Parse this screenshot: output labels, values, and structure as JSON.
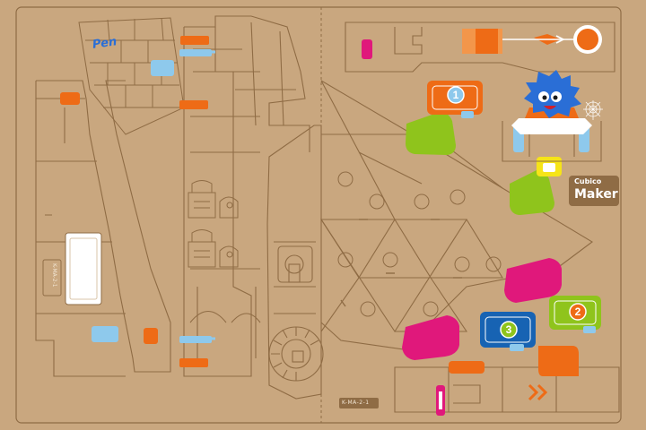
{
  "sheet": {
    "code_label": "K-MA-2-1",
    "side_code_label": "K-MA-2-1",
    "brand_small": "Cubico",
    "brand_large": "Maker",
    "pen_mark": "Pen",
    "colors": {
      "cardboard": "#c9a77f",
      "cut_line": "#8f6c45",
      "orange": "#ee6b16",
      "magenta": "#e0187b",
      "lime": "#8fc41c",
      "blue": "#1763b3",
      "light_blue": "#8ec9ec",
      "yellow": "#f6e418",
      "mascot_blue": "#2a6ed6"
    }
  },
  "tabs": [
    {
      "id": "1",
      "number": "1",
      "color": "#ee6b16"
    },
    {
      "id": "2",
      "number": "2",
      "color": "#8fc41c"
    },
    {
      "id": "3",
      "number": "3",
      "color": "#1763b3"
    }
  ],
  "icons": [
    "arrow-icon",
    "double-chevron-icon",
    "spider-web-icon",
    "mascot-icon"
  ]
}
